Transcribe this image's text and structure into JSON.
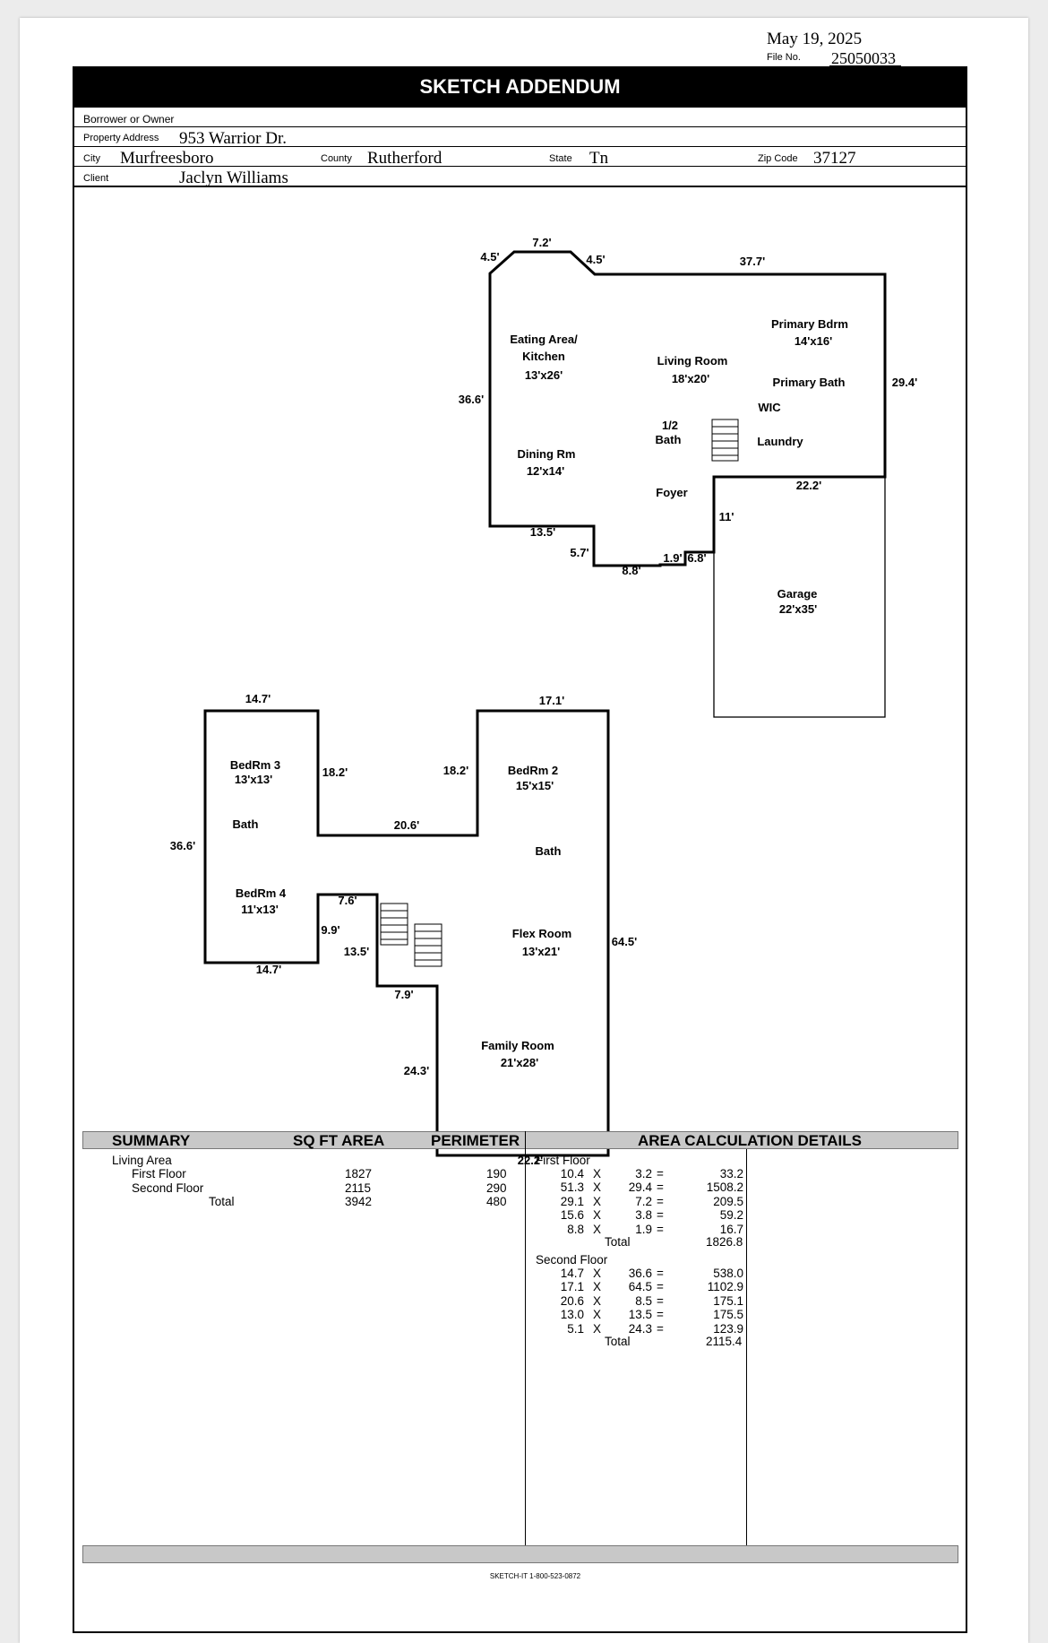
{
  "header": {
    "date": "May 19, 2025",
    "file_no_label": "File No.",
    "file_no": "25050033",
    "title": "SKETCH ADDENDUM"
  },
  "info": {
    "borrower_label": "Borrower or Owner",
    "borrower": "",
    "address_label": "Property Address",
    "address": "953 Warrior Dr.",
    "city_label": "City",
    "city": "Murfreesboro",
    "county_label": "County",
    "county": "Rutherford",
    "state_label": "State",
    "state": "Tn",
    "zip_label": "Zip Code",
    "zip": "37127",
    "client_label": "Client",
    "client": "Jaclyn Williams"
  },
  "sketch": {
    "first_floor_rooms": [
      "Eating Area/",
      "Kitchen",
      "13'x26'",
      "Living Room",
      "18'x20'",
      "Primary Bdrm",
      "14'x16'",
      "Primary Bath",
      "WIC",
      "1/2",
      "Bath",
      "Laundry",
      "Dining Rm",
      "12'x14'",
      "Foyer",
      "Garage",
      "22'x35'"
    ],
    "first_floor_dims": [
      "7.2'",
      "4.5'",
      "4.5'",
      "37.7'",
      "36.6'",
      "29.4'",
      "22.2'",
      "11'",
      "13.5'",
      "5.7'",
      "8.8'",
      "1.9'",
      "6.8'"
    ],
    "second_floor_rooms": [
      "BedRm 3",
      "13'x13'",
      "Bath",
      "BedRm 4",
      "11'x13'",
      "BedRm 2",
      "15'x15'",
      "Bath",
      "Flex Room",
      "13'x21'",
      "Family Room",
      "21'x28'"
    ],
    "second_floor_dims": [
      "14.7'",
      "17.1'",
      "18.2'",
      "18.2'",
      "20.6'",
      "36.6'",
      "7.6'",
      "9.9'",
      "13.5'",
      "14.7'",
      "7.9'",
      "24.3'",
      "64.5'",
      "22.2'"
    ]
  },
  "summary": {
    "col_summary": "SUMMARY",
    "col_area": "SQ FT AREA",
    "col_perimeter": "PERIMETER",
    "col_details": "AREA CALCULATION DETAILS",
    "living_area": "Living Area",
    "rows": [
      {
        "label": "First Floor",
        "area": "1827",
        "perimeter": "190"
      },
      {
        "label": "Second Floor",
        "area": "2115",
        "perimeter": "290"
      },
      {
        "label": "Total",
        "area": "3942",
        "perimeter": "480"
      }
    ]
  },
  "details": {
    "first_floor_label": "First Floor",
    "first_floor_rows": [
      {
        "a": "10.4",
        "b": "3.2",
        "r": "33.2"
      },
      {
        "a": "51.3",
        "b": "29.4",
        "r": "1508.2"
      },
      {
        "a": "29.1",
        "b": "7.2",
        "r": "209.5"
      },
      {
        "a": "15.6",
        "b": "3.8",
        "r": "59.2"
      },
      {
        "a": "8.8",
        "b": "1.9",
        "r": "16.7"
      }
    ],
    "first_total_label": "Total",
    "first_total": "1826.8",
    "second_floor_label": "Second Floor",
    "second_floor_rows": [
      {
        "a": "14.7",
        "b": "36.6",
        "r": "538.0"
      },
      {
        "a": "17.1",
        "b": "64.5",
        "r": "1102.9"
      },
      {
        "a": "20.6",
        "b": "8.5",
        "r": "175.1"
      },
      {
        "a": "13.0",
        "b": "13.5",
        "r": "175.5"
      },
      {
        "a": "5.1",
        "b": "24.3",
        "r": "123.9"
      }
    ],
    "second_total_label": "Total",
    "second_total": "2115.4",
    "x_symbol": "X",
    "eq_symbol": "="
  },
  "footer": {
    "credit": "SKETCH-IT 1-800-523-0872"
  }
}
